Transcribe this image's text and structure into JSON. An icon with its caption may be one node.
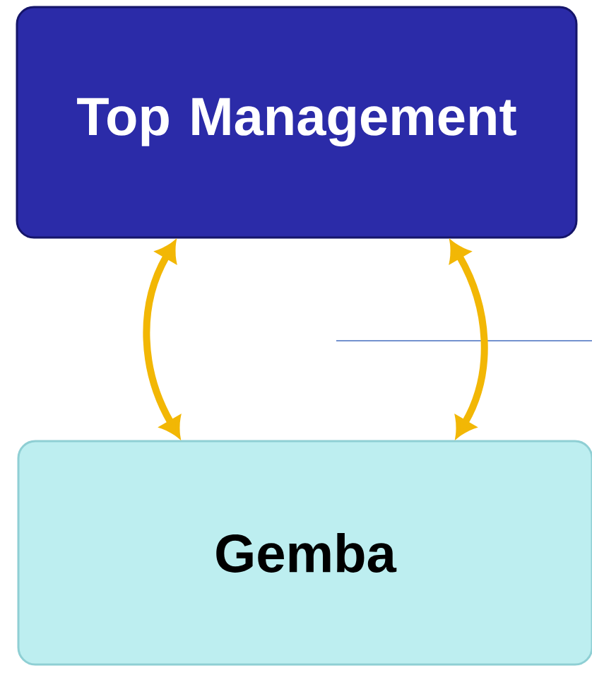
{
  "diagram": {
    "nodes": [
      {
        "text": [
          "Top Management"
        ]
      },
      {
        "text": [
          "Gemba"
        ]
      }
    ],
    "edges": [
      {
        "from": 0,
        "to": 1,
        "arrow": "both"
      },
      {
        "from": 0,
        "to": 1,
        "arrow": "both"
      }
    ]
  }
}
